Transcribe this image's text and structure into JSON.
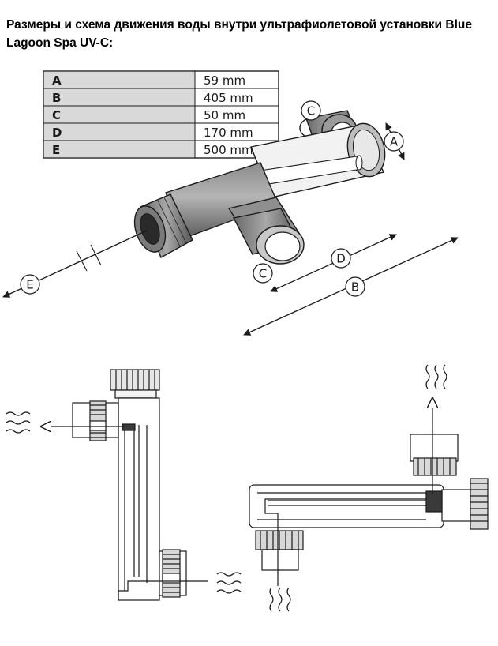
{
  "title": "Размеры и схема движения воды внутри ультрафиолетовой установки Blue Lagoon Spa UV-C:",
  "dimensions_table": [
    {
      "key": "A",
      "value": "59 mm"
    },
    {
      "key": "B",
      "value": "405 mm"
    },
    {
      "key": "C",
      "value": "50 mm"
    },
    {
      "key": "D",
      "value": "170 mm"
    },
    {
      "key": "E",
      "value": "500 mm"
    }
  ],
  "callouts": {
    "a": "A",
    "b": "B",
    "c_top": "C",
    "c_bottom": "C",
    "d": "D",
    "e": "E"
  },
  "colors": {
    "line": "#1a1a1a",
    "table_header_fill": "#d9d9d9",
    "body_dark": "#6e6e6e",
    "body_mid": "#9a9a9a",
    "body_light": "#cfcfcf",
    "glass": "#eaeaea"
  }
}
